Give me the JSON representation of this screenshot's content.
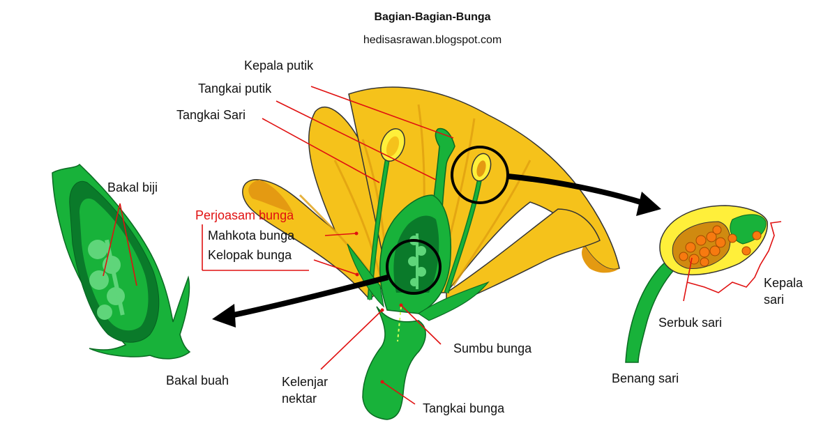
{
  "header": {
    "title": "Bagian-Bagian-Bunga",
    "subtitle": "hedisasrawan.blogspot.com"
  },
  "labels": {
    "kepala_putik": "Kepala putik",
    "tangkai_putik": "Tangkai putik",
    "tangkai_sari": "Tangkai Sari",
    "bakal_biji": "Bakal biji",
    "perhiasan_bunga": "Perjoasam bunga",
    "mahkota_bunga": "Mahkota bunga",
    "kelopak_bunga": "Kelopak bunga",
    "bakal_buah": "Bakal buah",
    "kelenjar_nektar_line1": "Kelenjar",
    "kelenjar_nektar_line2": "nektar",
    "sumbu_bunga": "Sumbu bunga",
    "tangkai_bunga": "Tangkai bunga",
    "benang_sari": "Benang sari",
    "serbuk_sari": "Serbuk sari",
    "kepala_sari_line1": "Kepala",
    "kepala_sari_line2": "sari"
  },
  "colors": {
    "petal": "#f5c21b",
    "petal_dark": "#e49a12",
    "green": "#18b23a",
    "green_dark": "#0a7a2a",
    "green_light": "#5fd57a",
    "anther_yellow": "#ffef3a",
    "pollen": "#f77a10",
    "label_line": "#e01010",
    "arrow": "#000000"
  }
}
